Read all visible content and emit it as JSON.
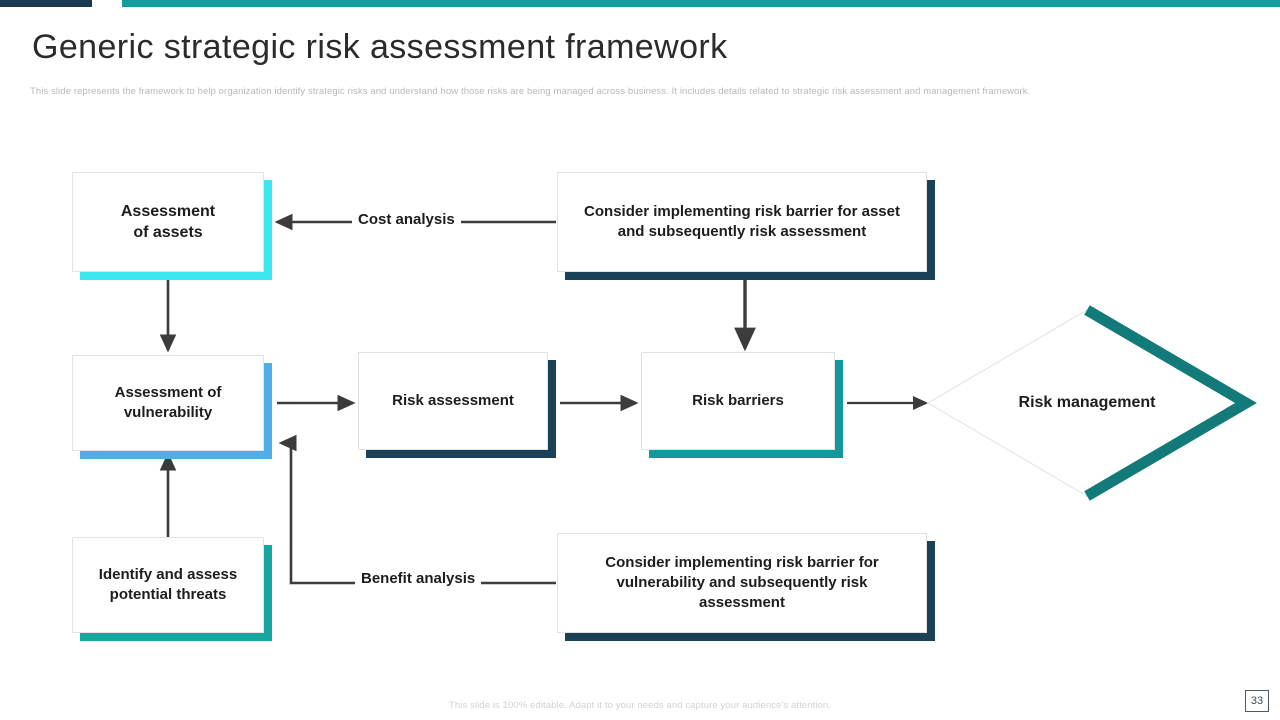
{
  "slide": {
    "title": "Generic strategic risk assessment framework",
    "subtitle": "This slide represents the framework to help organization identify strategic risks and understand how those risks are being managed across business. It includes details related to strategic risk assessment and management  framework.",
    "footer_note": "This slide is 100% editable. Adapt it to your needs and capture your audience's attention.",
    "page_number": "33"
  },
  "colors": {
    "topbar_navy": "#1B3A52",
    "topbar_teal": "#139C9C",
    "shadow_cyan": "#3CE8F0",
    "shadow_blue": "#4FAEE8",
    "shadow_teal": "#17A5A0",
    "shadow_navy": "#1B4159",
    "diamond_stroke": "#137A7A",
    "connector": "#3C3C3C",
    "title_text": "#2b2b2b",
    "muted_text": "#b9b9b9"
  },
  "diagram": {
    "nodes": {
      "assessment_of_assets": "Assessment\nof assets",
      "assessment_of_vulnerability": "Assessment of\nvulnerability",
      "identify_threats": "Identify and assess\npotential threats",
      "risk_assessment": "Risk assessment",
      "risk_barriers": "Risk barriers",
      "risk_management": "Risk management",
      "consider_asset": "Consider implementing risk barrier for  asset and subsequently risk assessment",
      "consider_vulnerability": "Consider implementing risk barrier for  vulnerability and subsequently risk assessment"
    },
    "edge_labels": {
      "cost_analysis": "Cost analysis",
      "benefit_analysis": "Benefit analysis"
    }
  }
}
